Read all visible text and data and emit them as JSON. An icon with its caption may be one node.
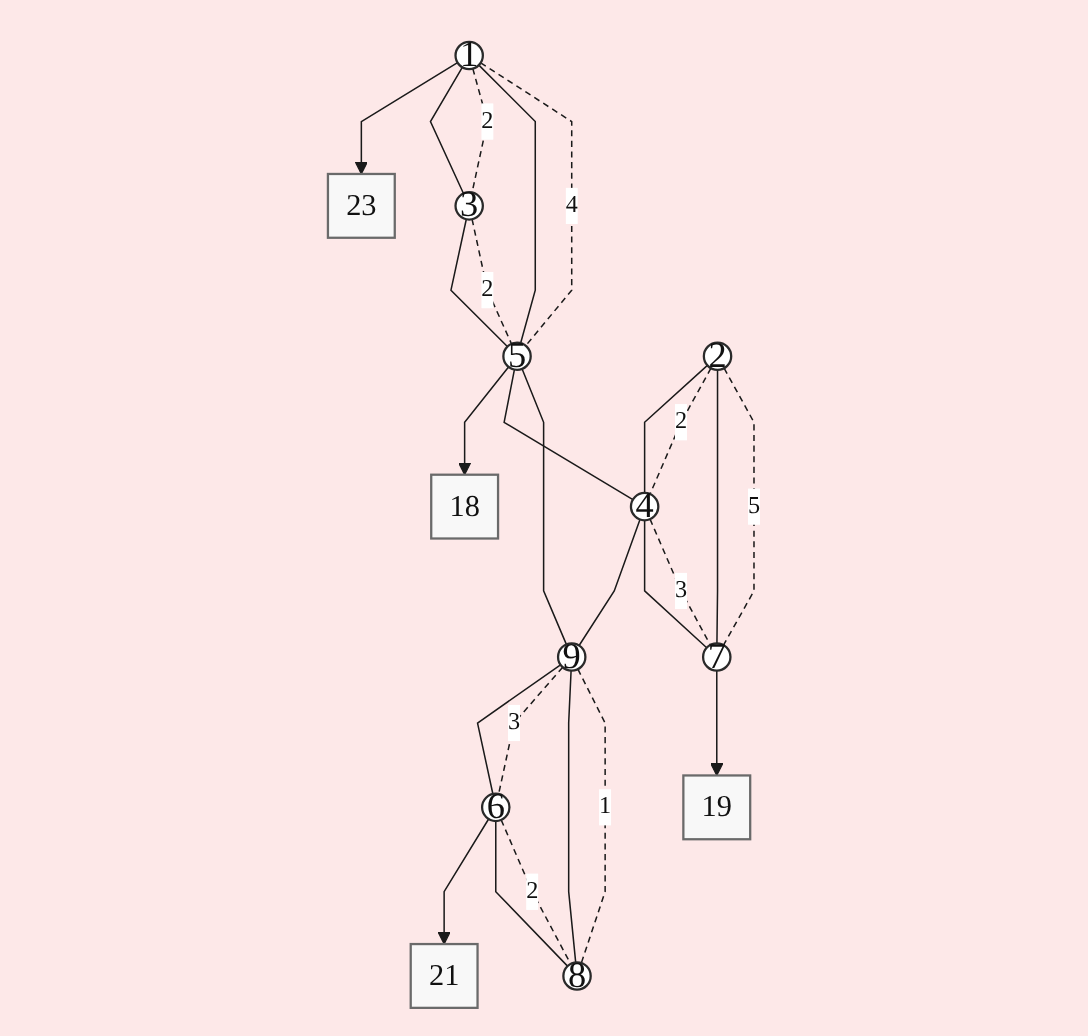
{
  "diagram": {
    "nodes": [
      {
        "text": [
          "23"
        ]
      },
      {
        "text": [
          "1"
        ]
      },
      {
        "text": [
          "3"
        ]
      },
      {
        "text": [
          "5"
        ]
      },
      {
        "text": [
          "18"
        ]
      },
      {
        "text": [
          "2"
        ]
      },
      {
        "text": [
          "4"
        ]
      },
      {
        "text": [
          "9"
        ]
      },
      {
        "text": [
          "6"
        ]
      },
      {
        "text": [
          "21"
        ]
      },
      {
        "text": [
          "7"
        ]
      },
      {
        "text": [
          "8"
        ]
      },
      {
        "text": [
          "19"
        ]
      }
    ],
    "edges": [
      {
        "from": 1,
        "to": 0,
        "arrow": "to"
      },
      {
        "from": 1,
        "to": 2,
        "arrow": "none"
      },
      {
        "from": 1,
        "to": 2,
        "arrow": "none",
        "label": "2",
        "style": "dashed"
      },
      {
        "from": 1,
        "to": 3,
        "arrow": "none"
      },
      {
        "from": 1,
        "to": 3,
        "arrow": "none",
        "label": "4",
        "style": "dashed"
      },
      {
        "from": 2,
        "to": 3,
        "arrow": "none"
      },
      {
        "from": 2,
        "to": 3,
        "arrow": "none",
        "label": "2",
        "style": "dashed"
      },
      {
        "from": 3,
        "to": 4,
        "arrow": "to"
      },
      {
        "from": 3,
        "to": 6,
        "arrow": "none"
      },
      {
        "from": 3,
        "to": 7,
        "arrow": "none"
      },
      {
        "from": 5,
        "to": 6,
        "arrow": "none"
      },
      {
        "from": 5,
        "to": 6,
        "arrow": "none",
        "label": "2",
        "style": "dashed"
      },
      {
        "from": 6,
        "to": 7,
        "arrow": "none"
      },
      {
        "from": 7,
        "to": 8,
        "arrow": "none"
      },
      {
        "from": 7,
        "to": 8,
        "arrow": "none",
        "label": "3",
        "style": "dashed"
      },
      {
        "from": 8,
        "to": 9,
        "arrow": "to"
      },
      {
        "from": 5,
        "to": 10,
        "arrow": "none"
      },
      {
        "from": 5,
        "to": 10,
        "arrow": "none",
        "label": "5",
        "style": "dashed"
      },
      {
        "from": 6,
        "to": 10,
        "arrow": "none"
      },
      {
        "from": 6,
        "to": 10,
        "arrow": "none",
        "label": "3",
        "style": "dashed"
      },
      {
        "from": 7,
        "to": 11,
        "arrow": "none"
      },
      {
        "from": 7,
        "to": 11,
        "arrow": "none",
        "label": "1",
        "style": "dashed"
      },
      {
        "from": 8,
        "to": 11,
        "arrow": "none"
      },
      {
        "from": 8,
        "to": 11,
        "arrow": "none",
        "label": "2",
        "style": "dashed"
      },
      {
        "from": 10,
        "to": 12,
        "arrow": "to"
      }
    ]
  }
}
